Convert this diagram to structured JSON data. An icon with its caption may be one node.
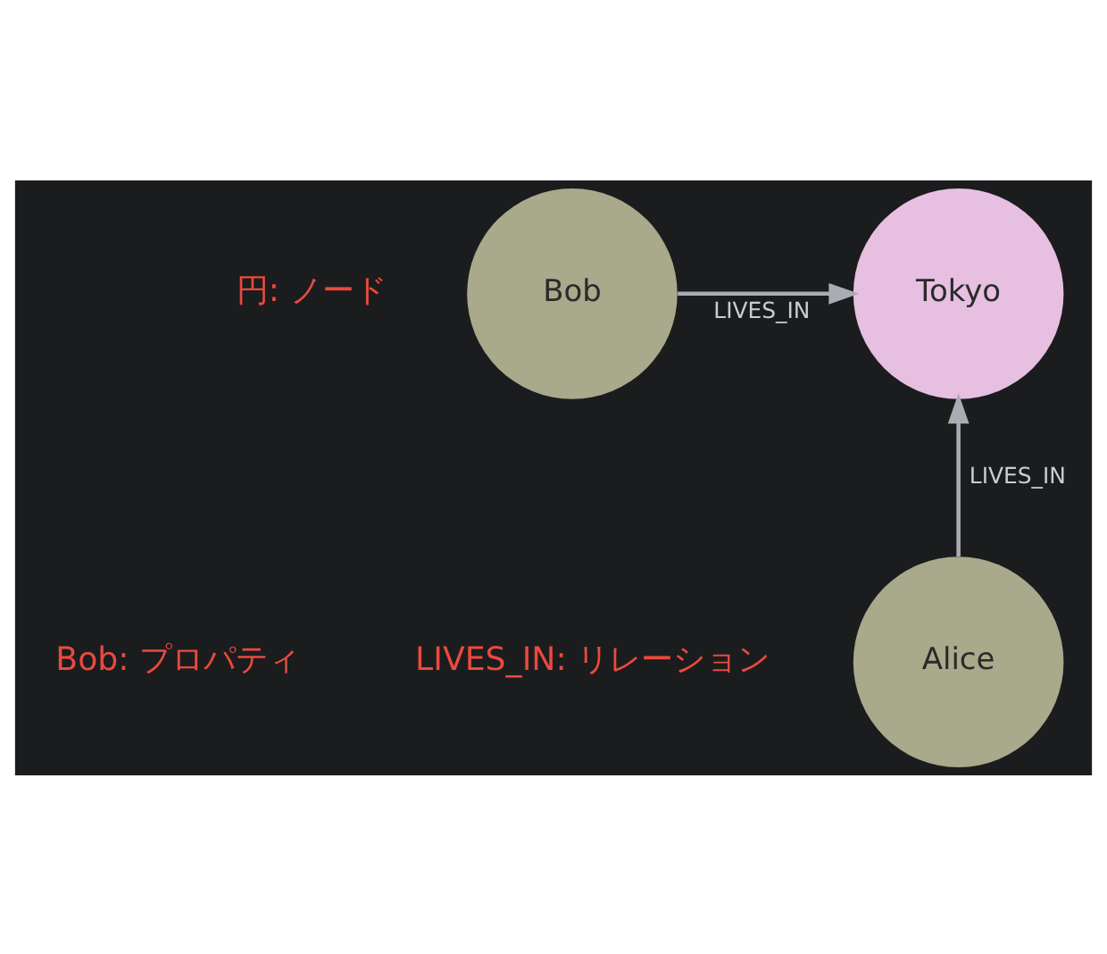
{
  "diagram": {
    "nodes": [
      {
        "text": [
          "Bob"
        ]
      },
      {
        "text": [
          "Tokyo"
        ]
      },
      {
        "text": [
          "Alice"
        ]
      }
    ],
    "edges": [
      {
        "from": 0,
        "to": 1,
        "arrow": "to",
        "label": "LIVES_IN"
      },
      {
        "from": 2,
        "to": 1,
        "arrow": "to",
        "label": "LIVES_IN"
      }
    ],
    "labels": [
      "円: ノード",
      "Bob: プロパティ",
      "LIVES_IN: リレーション"
    ]
  }
}
